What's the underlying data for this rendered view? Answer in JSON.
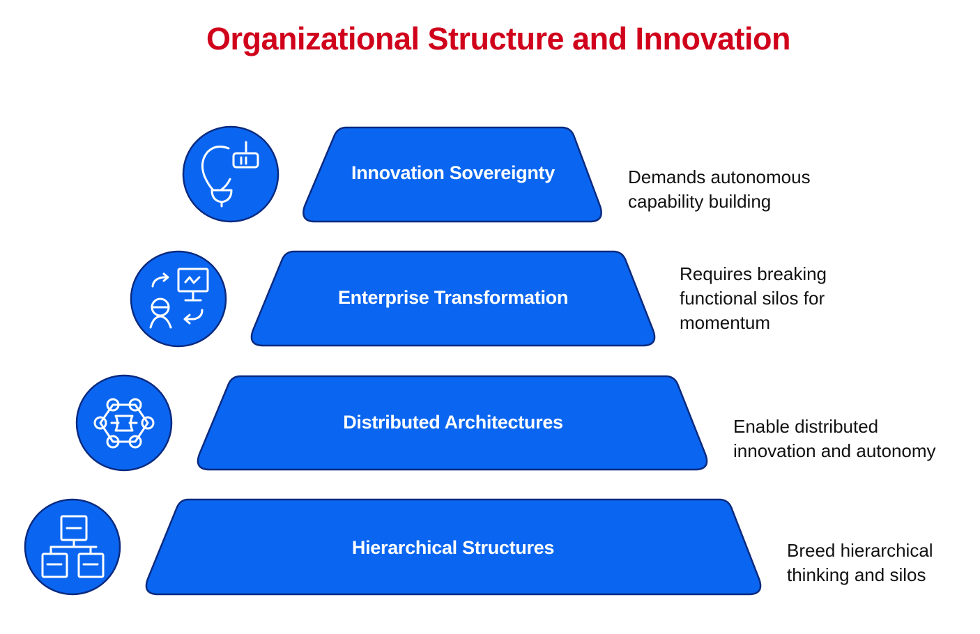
{
  "title": "Organizational Structure and Innovation",
  "colors": {
    "title": "#d0021b",
    "tier_fill": "#0a66f0",
    "tier_stroke": "#0a2a80",
    "label": "#ffffff",
    "description": "#111111"
  },
  "tiers": [
    {
      "label": "Innovation Sovereignty",
      "icon": "lightbulb-robot-icon",
      "description": [
        "Demands autonomous",
        "capability building"
      ]
    },
    {
      "label": "Enterprise Transformation",
      "icon": "person-monitor-exchange-icon",
      "description": [
        "Requires breaking",
        "functional silos for",
        "momentum"
      ]
    },
    {
      "label": "Distributed Architectures",
      "icon": "network-hexagon-icon",
      "description": [
        "Enable distributed",
        "innovation and autonomy"
      ]
    },
    {
      "label": "Hierarchical Structures",
      "icon": "org-chart-icon",
      "description": [
        "Breed hierarchical",
        "thinking and silos"
      ]
    }
  ]
}
